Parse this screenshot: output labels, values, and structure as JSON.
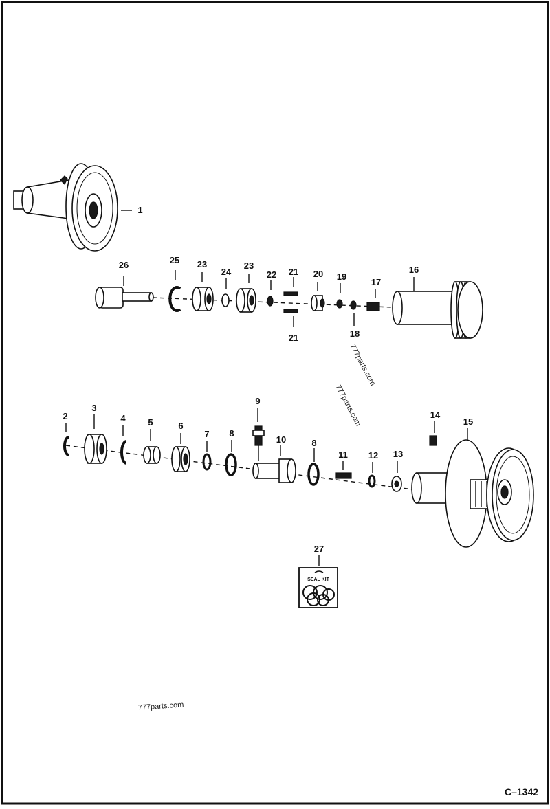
{
  "diagram": {
    "drawing_code": "C–1342",
    "watermarks": [
      "777parts.com",
      "777parts.com",
      "777parts.com"
    ],
    "callouts": [
      "1",
      "2",
      "3",
      "4",
      "5",
      "6",
      "7",
      "8",
      "8",
      "9",
      "10",
      "11",
      "12",
      "13",
      "14",
      "15",
      "16",
      "17",
      "18",
      "19",
      "20",
      "21",
      "21",
      "22",
      "23",
      "23",
      "24",
      "25",
      "26",
      "27"
    ],
    "seal_kit_label": "SEAL KIT"
  }
}
